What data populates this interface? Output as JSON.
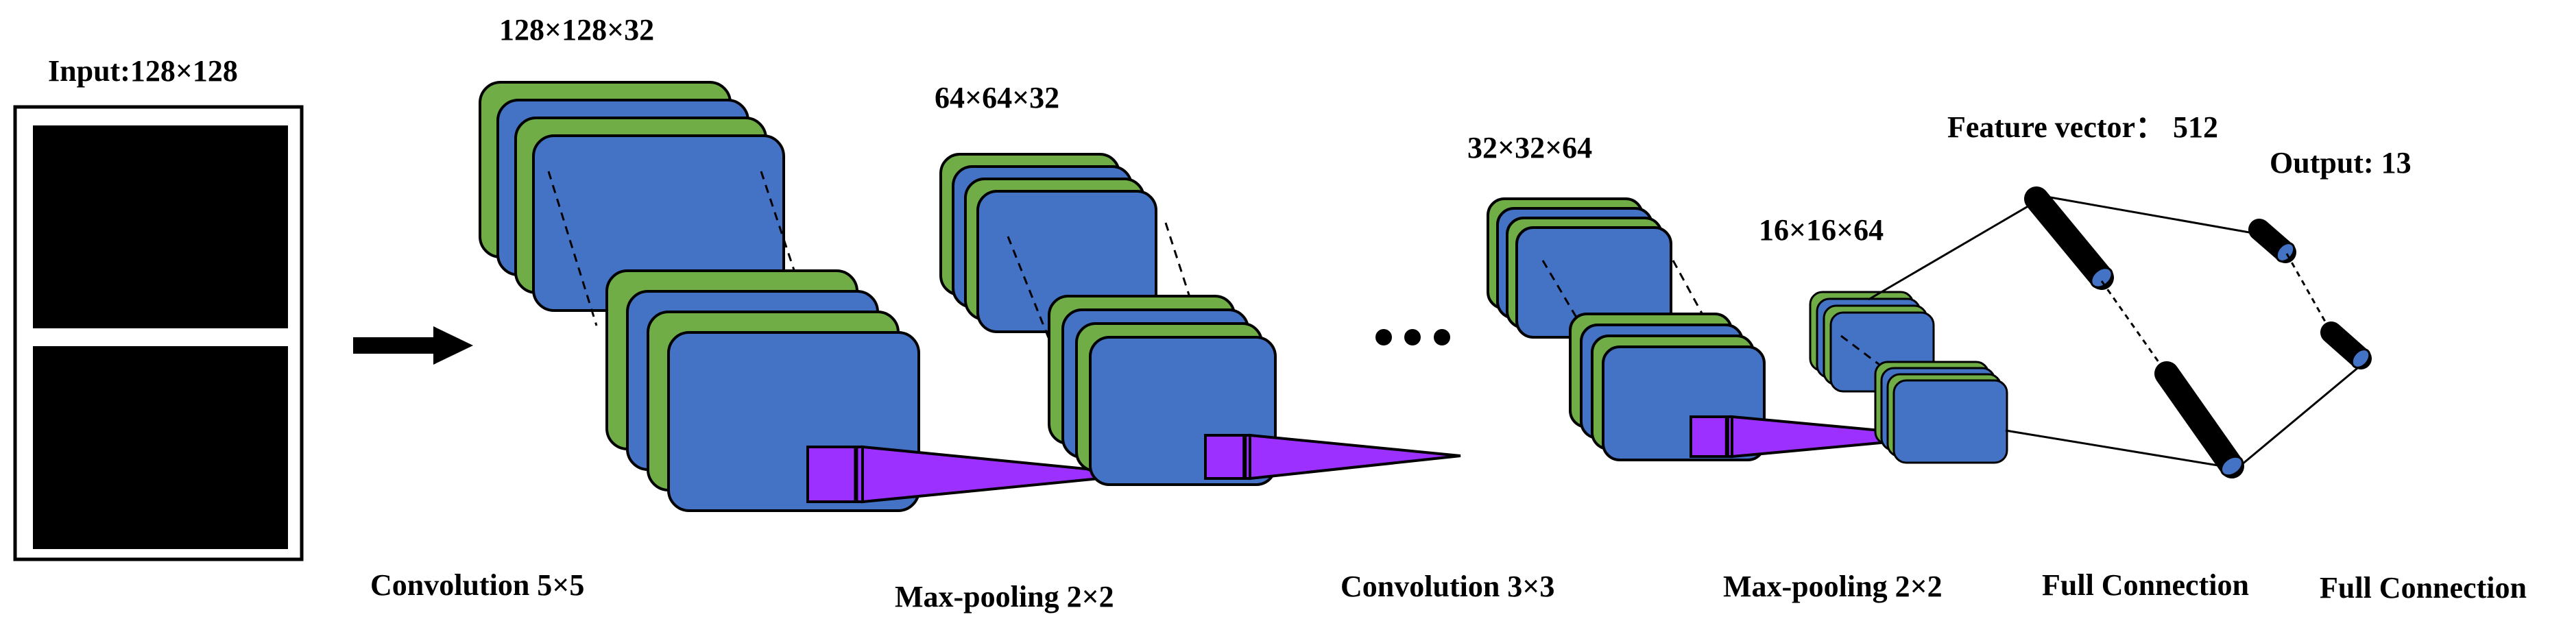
{
  "input": {
    "label": "Input:128×128"
  },
  "layers": {
    "conv1": {
      "dims": "128×128×32",
      "caption": "Convolution 5×5"
    },
    "pool1": {
      "dims": "64×64×32",
      "caption": "Max-pooling 2×2"
    },
    "conv2": {
      "dims": "32×32×64",
      "caption": "Convolution 3×3"
    },
    "pool2": {
      "dims": "16×16×64",
      "caption": "Max-pooling 2×2"
    },
    "fc1": {
      "label": "Feature vector： 512",
      "caption": "Full Connection"
    },
    "fc2": {
      "label": "Output: 13",
      "caption": "Full Connection"
    }
  },
  "colors": {
    "map_front": "#4472c4",
    "map_back": "#70ad47",
    "kernel": "#9b30ff",
    "outline": "#000000",
    "neuron_end": "#4472c4"
  },
  "icons": {
    "arrow": "right-arrow-icon",
    "ellipsis": "ellipsis-icon"
  }
}
